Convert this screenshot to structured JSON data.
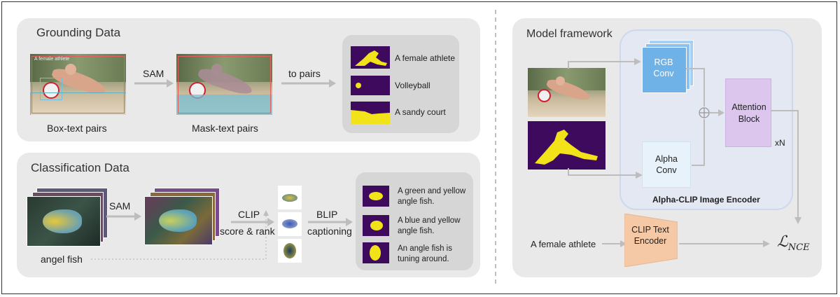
{
  "grounding": {
    "title": "Grounding Data",
    "box_label": "Box-text pairs",
    "mask_label": "Mask-text pairs",
    "sam_label": "SAM",
    "to_pairs_label": "to pairs",
    "image_tag": "A female athlete",
    "pairs": [
      {
        "text": "A female athlete"
      },
      {
        "text": "Volleyball"
      },
      {
        "text": "A sandy court"
      }
    ]
  },
  "classification": {
    "title": "Classification Data",
    "sam_label": "SAM",
    "clip_line1": "CLIP",
    "clip_line2": "score & rank",
    "blip_line1": "BLIP",
    "blip_line2": "captioning",
    "class_label": "angel fish",
    "captions": [
      {
        "text": "A green and yellow angle fish."
      },
      {
        "text": "A blue and yellow angle fish."
      },
      {
        "text": "An angle fish is tuning around."
      }
    ]
  },
  "framework": {
    "title": "Model framework",
    "rgb_conv": "RGB Conv",
    "alpha_conv": "Alpha Conv",
    "attention_block": "Attention Block",
    "xn": "xN",
    "encoder_label": "Alpha-CLIP Image Encoder",
    "text_input": "A female athlete",
    "clip_text_encoder": "CLIP Text Encoder",
    "loss_symbol": "ℒ",
    "loss_subscript": "NCE"
  },
  "colors": {
    "mask_purple": "#3d0a5e",
    "mask_yellow": "#f2e21a",
    "rgb_blue": "#6fb2e8",
    "alpha_blue": "#e8f2fb",
    "attention_purple": "#dcc6ee",
    "clip_orange": "#f6c9a6",
    "encoder_bg": "#e4e8f3"
  }
}
